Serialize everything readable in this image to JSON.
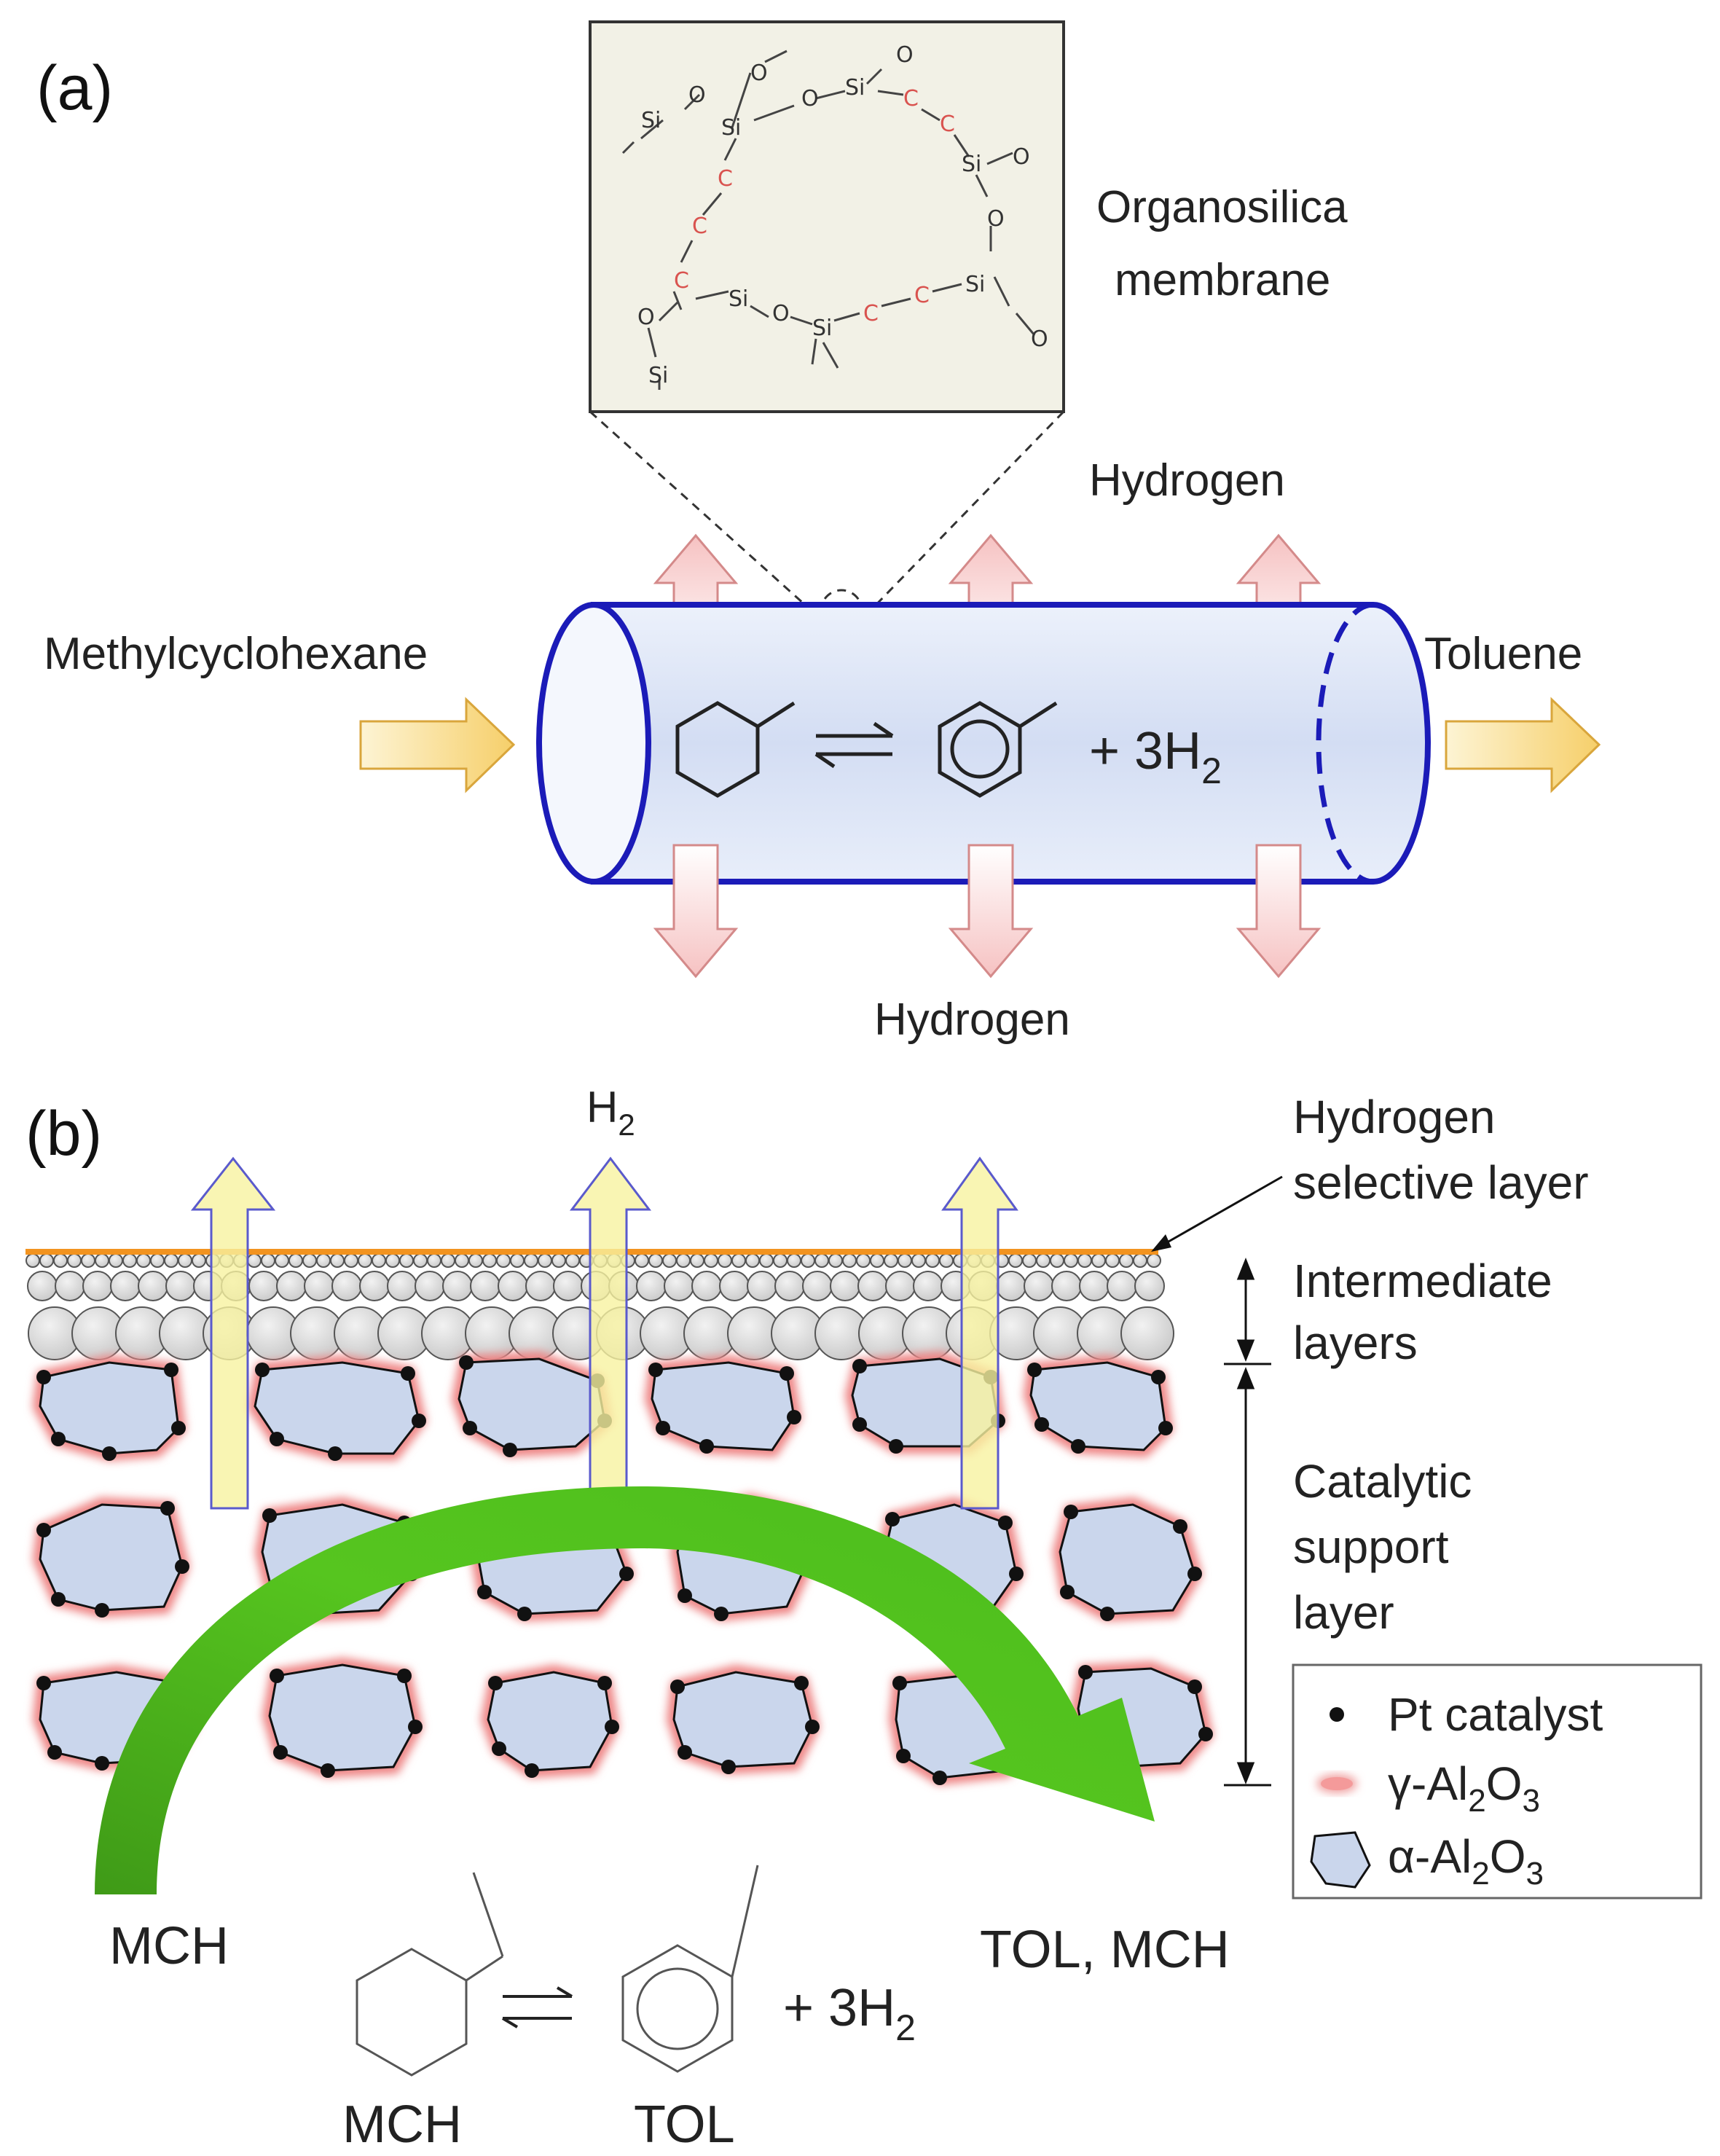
{
  "panel_a": {
    "label": "(a)",
    "membrane_label_line1": "Organosilica",
    "membrane_label_line2": "membrane",
    "hydrogen_top": "Hydrogen",
    "hydrogen_bottom": "Hydrogen",
    "feed": "Methylcyclohexane",
    "product": "Toluene",
    "reaction_product_coeff": "+ 3H",
    "reaction_sub": "2",
    "structure_atoms": [
      {
        "t": "Si",
        "c": "dark"
      },
      {
        "t": "O",
        "c": "dark"
      },
      {
        "t": "O",
        "c": "dark"
      },
      {
        "t": "Si",
        "c": "dark"
      },
      {
        "t": "O",
        "c": "dark"
      },
      {
        "t": "Si",
        "c": "dark"
      },
      {
        "t": "O",
        "c": "dark"
      },
      {
        "t": "C",
        "c": "red"
      },
      {
        "t": "C",
        "c": "red"
      },
      {
        "t": "Si",
        "c": "dark"
      },
      {
        "t": "O",
        "c": "dark"
      },
      {
        "t": "O",
        "c": "dark"
      },
      {
        "t": "C",
        "c": "red"
      },
      {
        "t": "C",
        "c": "red"
      },
      {
        "t": "C",
        "c": "red"
      },
      {
        "t": "O",
        "c": "dark"
      },
      {
        "t": "Si",
        "c": "dark"
      },
      {
        "t": "O",
        "c": "dark"
      },
      {
        "t": "Si",
        "c": "dark"
      },
      {
        "t": "C",
        "c": "red"
      },
      {
        "t": "C",
        "c": "red"
      },
      {
        "t": "Si",
        "c": "dark"
      },
      {
        "t": "O",
        "c": "dark"
      },
      {
        "t": "Si",
        "c": "dark"
      }
    ]
  },
  "panel_b": {
    "label": "(b)",
    "h2": "H",
    "h2_sub": "2",
    "selective_line1": "Hydrogen",
    "selective_line2": "selective layer",
    "intermediate_line1": "Intermediate",
    "intermediate_line2": "layers",
    "catalytic_line1": "Catalytic",
    "catalytic_line2": "support",
    "catalytic_line3": "layer",
    "mch_in": "MCH",
    "out": "TOL, MCH",
    "mch_label": "MCH",
    "tol_label": "TOL",
    "reaction_plus": "+ 3H",
    "reaction_sub": "2",
    "legend": {
      "pt": "Pt catalyst",
      "gamma_prefix": "γ-Al",
      "gamma_sub1": "2",
      "gamma_mid": "O",
      "gamma_sub2": "3",
      "alpha_prefix": "α-Al",
      "alpha_sub1": "2",
      "alpha_mid": "O",
      "alpha_sub2": "3"
    }
  },
  "colors": {
    "tube_stroke": "#1b1bb8",
    "tube_fill": "#dde6f8",
    "hydrogen_arrow": "#f4b6b6",
    "feed_arrow": "#f8d98a",
    "h2_arrow": "#f8f3a0",
    "h2_arrow_stroke": "#5a5acc",
    "selective_layer": "#f2931f",
    "grain_fill": "#cad6ec",
    "gamma_glow": "#ee8585",
    "green_arrow": "#4cbd1d"
  }
}
